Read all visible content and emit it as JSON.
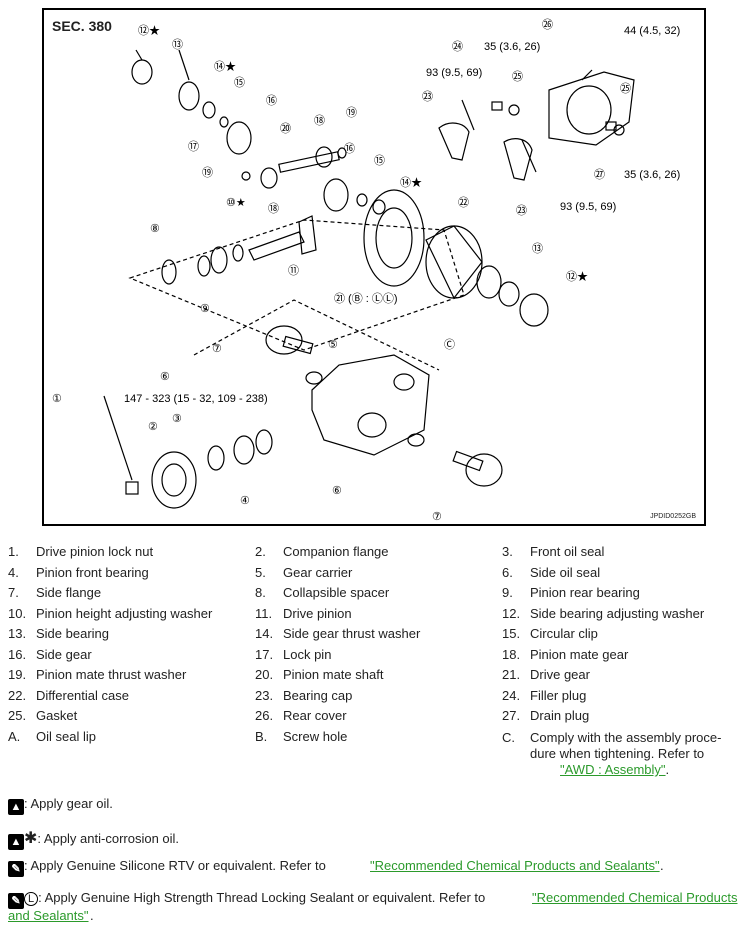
{
  "diagram": {
    "section": "SEC. 380",
    "code": "JPDID0252GB",
    "torques": {
      "t44": "44 (4.5, 32)",
      "t35a": "35 (3.6, 26)",
      "t93a": "93 (9.5, 69)",
      "t93b": "93 (9.5, 69)",
      "t35b": "35 (3.6, 26)",
      "t147": "147 - 323 (15 - 32, 109 - 238)"
    }
  },
  "legend": [
    {
      "n": "1.",
      "label": "Drive pinion lock nut"
    },
    {
      "n": "2.",
      "label": "Companion flange"
    },
    {
      "n": "3.",
      "label": "Front oil seal"
    },
    {
      "n": "4.",
      "label": "Pinion front bearing"
    },
    {
      "n": "5.",
      "label": "Gear carrier"
    },
    {
      "n": "6.",
      "label": "Side oil seal"
    },
    {
      "n": "7.",
      "label": "Side flange"
    },
    {
      "n": "8.",
      "label": "Collapsible spacer"
    },
    {
      "n": "9.",
      "label": "Pinion rear bearing"
    },
    {
      "n": "10.",
      "label": "Pinion height adjusting washer"
    },
    {
      "n": "11.",
      "label": "Drive pinion"
    },
    {
      "n": "12.",
      "label": "Side bearing adjusting washer"
    },
    {
      "n": "13.",
      "label": "Side bearing"
    },
    {
      "n": "14.",
      "label": "Side gear thrust washer"
    },
    {
      "n": "15.",
      "label": "Circular clip"
    },
    {
      "n": "16.",
      "label": "Side gear"
    },
    {
      "n": "17.",
      "label": "Lock pin"
    },
    {
      "n": "18.",
      "label": "Pinion mate gear"
    },
    {
      "n": "19.",
      "label": "Pinion mate thrust washer"
    },
    {
      "n": "20.",
      "label": "Pinion mate shaft"
    },
    {
      "n": "21.",
      "label": "Drive gear"
    },
    {
      "n": "22.",
      "label": "Differential case"
    },
    {
      "n": "23.",
      "label": "Bearing cap"
    },
    {
      "n": "24.",
      "label": "Filler plug"
    },
    {
      "n": "25.",
      "label": "Gasket"
    },
    {
      "n": "26.",
      "label": "Rear cover"
    },
    {
      "n": "27.",
      "label": "Drain plug"
    },
    {
      "n": "A.",
      "label": "Oil seal lip"
    },
    {
      "n": "B.",
      "label": "Screw hole"
    }
  ],
  "legend_c": {
    "n": "C.",
    "line1": "Comply with the assembly proce-",
    "line2": "dure when tightening. Refer to",
    "link": "\"AWD : Assembly\"",
    "tail": "."
  },
  "notes": {
    "gear_oil": ": Apply gear oil.",
    "anti_corrosion": ": Apply anti-corrosion oil.",
    "silicone": ": Apply Genuine Silicone RTV or equivalent. Refer to",
    "silicone_link": "\"Recommended Chemical Products and Sealants\"",
    "thread": ": Apply Genuine High Strength Thread Locking Sealant or equivalent. Refer to",
    "thread_link1": "\"Recommended Chemical Products",
    "thread_link2": "and Sealants\"",
    "dot": "."
  }
}
